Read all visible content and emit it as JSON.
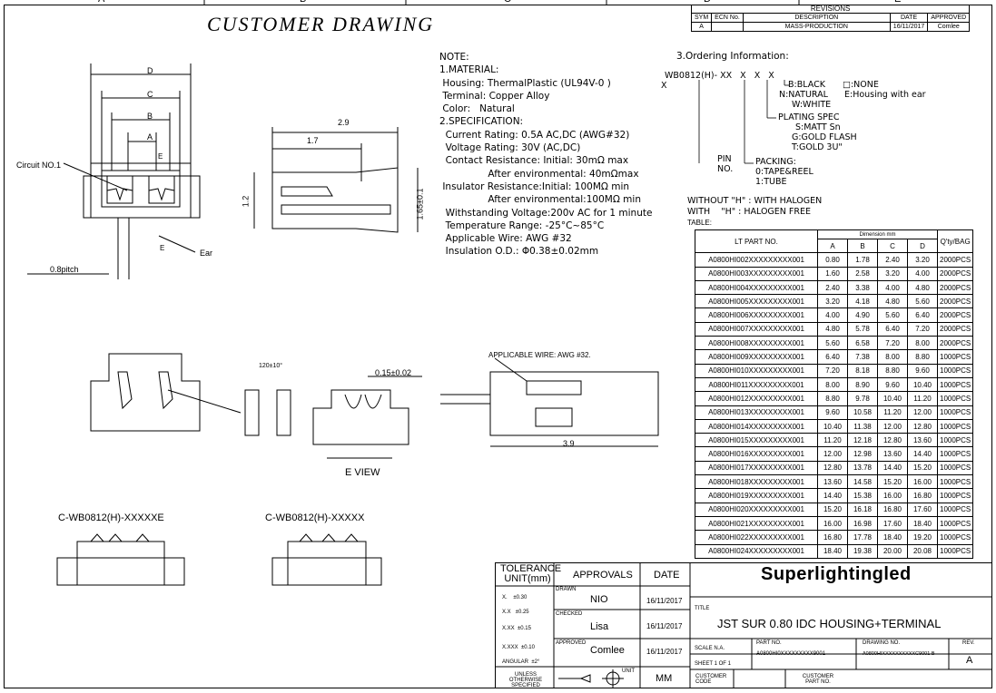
{
  "zone_letters": [
    "A",
    "B",
    "C",
    "D",
    "E"
  ],
  "title": "CUSTOMER  DRAWING",
  "revisions": {
    "heading": "REVISIONS",
    "headers": [
      "SYM",
      "ECN No.",
      "DESCRIPTION",
      "DATE",
      "APPROVED"
    ],
    "row": [
      "A",
      "",
      "MASS-PRODUCTION",
      "16/11/2017",
      "Comlee"
    ]
  },
  "notes": [
    "NOTE:",
    "1.MATERIAL:",
    " Housing: ThermalPlastic (UL94V-0 )",
    " Terminal: Copper Alloy",
    " Color:   Natural",
    "2.SPECIFICATION:",
    "  Current Rating: 0.5A AC,DC (AWG#32)",
    "  Voltage Rating: 30V (AC,DC)",
    "  Contact Resistance: Initial: 30mΩ max",
    "                After environmental: 40mΩmax",
    " Insulator Resistance:Initial: 100MΩ min",
    "                After environmental:100MΩ min",
    "  Withstanding Voltage:200v AC for 1 minute",
    "  Temperature Range: -25°C~85°C",
    "  Applicable Wire: AWG #32",
    "  Insulation O.D.: Φ0.38±0.02mm"
  ],
  "ordering": {
    "heading": "3.Ordering Information:",
    "code": "WB0812(H)- XX   X   X   X",
    "code_tail": "X",
    "color_opts": [
      "B:BLACK",
      "N:NATURAL",
      "W:WHITE"
    ],
    "ear_opts": [
      "□:NONE",
      "E:Housing with ear"
    ],
    "plating": [
      "PLATING SPEC",
      "S:MATT Sn",
      "G:GOLD FLASH",
      "T:GOLD 3U\""
    ],
    "packing": [
      "PACKING:",
      "0:TAPE&REEL",
      "1:TUBE"
    ],
    "pin": [
      "PIN",
      "NO."
    ],
    "halogen": [
      "WITHOUT \"H\" : WITH HALOGEN",
      "WITH    \"H\" : HALOGEN FREE"
    ],
    "table_label": "TABLE:"
  },
  "dim_table": {
    "part_header": "LT PART NO.",
    "dim_header": "Dimension mm",
    "cols": [
      "A",
      "B",
      "C",
      "D"
    ],
    "qty_header": "Q'ty/BAG",
    "rows": [
      [
        "A0800HI002XXXXXXXXX001",
        "0.80",
        "1.78",
        "2.40",
        "3.20",
        "2000PCS"
      ],
      [
        "A0800HI003XXXXXXXXX001",
        "1.60",
        "2.58",
        "3.20",
        "4.00",
        "2000PCS"
      ],
      [
        "A0800HI004XXXXXXXXX001",
        "2.40",
        "3.38",
        "4.00",
        "4.80",
        "2000PCS"
      ],
      [
        "A0800HI005XXXXXXXXX001",
        "3.20",
        "4.18",
        "4.80",
        "5.60",
        "2000PCS"
      ],
      [
        "A0800HI006XXXXXXXXX001",
        "4.00",
        "4.90",
        "5.60",
        "6.40",
        "2000PCS"
      ],
      [
        "A0800HI007XXXXXXXXX001",
        "4.80",
        "5.78",
        "6.40",
        "7.20",
        "2000PCS"
      ],
      [
        "A0800HI008XXXXXXXXX001",
        "5.60",
        "6.58",
        "7.20",
        "8.00",
        "2000PCS"
      ],
      [
        "A0800HI009XXXXXXXXX001",
        "6.40",
        "7.38",
        "8.00",
        "8.80",
        "1000PCS"
      ],
      [
        "A0800HI010XXXXXXXXX001",
        "7.20",
        "8.18",
        "8.80",
        "9.60",
        "1000PCS"
      ],
      [
        "A0800HI011XXXXXXXXX001",
        "8.00",
        "8.90",
        "9.60",
        "10.40",
        "1000PCS"
      ],
      [
        "A0800HI012XXXXXXXXX001",
        "8.80",
        "9.78",
        "10.40",
        "11.20",
        "1000PCS"
      ],
      [
        "A0800HI013XXXXXXXXX001",
        "9.60",
        "10.58",
        "11.20",
        "12.00",
        "1000PCS"
      ],
      [
        "A0800HI014XXXXXXXXX001",
        "10.40",
        "11.38",
        "12.00",
        "12.80",
        "1000PCS"
      ],
      [
        "A0800HI015XXXXXXXXX001",
        "11.20",
        "12.18",
        "12.80",
        "13.60",
        "1000PCS"
      ],
      [
        "A0800HI016XXXXXXXXX001",
        "12.00",
        "12.98",
        "13.60",
        "14.40",
        "1000PCS"
      ],
      [
        "A0800HI017XXXXXXXXX001",
        "12.80",
        "13.78",
        "14.40",
        "15.20",
        "1000PCS"
      ],
      [
        "A0800HI018XXXXXXXXX001",
        "13.60",
        "14.58",
        "15.20",
        "16.00",
        "1000PCS"
      ],
      [
        "A0800HI019XXXXXXXXX001",
        "14.40",
        "15.38",
        "16.00",
        "16.80",
        "1000PCS"
      ],
      [
        "A0800HI020XXXXXXXXX001",
        "15.20",
        "16.18",
        "16.80",
        "17.60",
        "1000PCS"
      ],
      [
        "A0800HI021XXXXXXXXX001",
        "16.00",
        "16.98",
        "17.60",
        "18.40",
        "1000PCS"
      ],
      [
        "A0800HI022XXXXXXXXX001",
        "16.80",
        "17.78",
        "18.40",
        "19.20",
        "1000PCS"
      ],
      [
        "A0800HI024XXXXXXXXX001",
        "18.40",
        "19.38",
        "20.00",
        "20.08",
        "1000PCS"
      ]
    ]
  },
  "drawing_labels": {
    "dim_d": "D",
    "dim_c": "C",
    "dim_b": "B",
    "dim_a": "A",
    "dim_e": "E",
    "dim_e2": "E",
    "circuit": "Circuit NO.1",
    "pitch": "0.8pitch",
    "ear": "Ear",
    "side_29": "2.9",
    "side_17": "1.7",
    "side_12": "1.2",
    "side_165": "1.65±0.1",
    "wire": "APPLICABLE WIRE: AWG #32.",
    "angle": "120±10°",
    "gap": "0.15±0.02",
    "len_39": "3.9",
    "eview": "E VIEW",
    "part_e": "C-WB0812(H)-XXXXXE",
    "part_n": "C-WB0812(H)-XXXXX"
  },
  "title_block": {
    "tol_head": "TOLERANCE UNIT(mm)",
    "tols": [
      "X.    ±0.30",
      "X.X   ±0.25",
      "X.XX  ±0.15",
      "X.XXX  ±0.10",
      "ANGULAR  ±2°"
    ],
    "unless": "UNLESS OTHERWISE SPECIFIED",
    "approvals": "APPROVALS",
    "date_head": "DATE",
    "drawn_lbl": "DRAWN",
    "drawn": "NIO",
    "drawn_date": "16/11/2017",
    "checked_lbl": "CHECKED",
    "checked": "Lisa",
    "checked_date": "16/11/2017",
    "approved_lbl": "APPROVED",
    "approved": "Comlee",
    "approved_date": "16/11/2017",
    "unit_lbl": "UNIT",
    "unit": "MM",
    "brand": "Superlightingled",
    "title_lbl": "TITLE",
    "title": "JST SUR 0.80 IDC HOUSING+TERMINAL",
    "scale": "SCALE N.A.",
    "sheet": "SHEET 1 OF 1",
    "part_lbl": "PART NO.",
    "part": "A0800HI0XXXXXXXXX9001",
    "dwg_lbl": "DRAWING NO.",
    "dwg": "A0800HIXXXXXXXXXXC9001 B",
    "rev_lbl": "REV.",
    "rev": "A",
    "cust_code": "CUSTOMER CODE",
    "cust_part": "CUSTOMER PART NO."
  }
}
